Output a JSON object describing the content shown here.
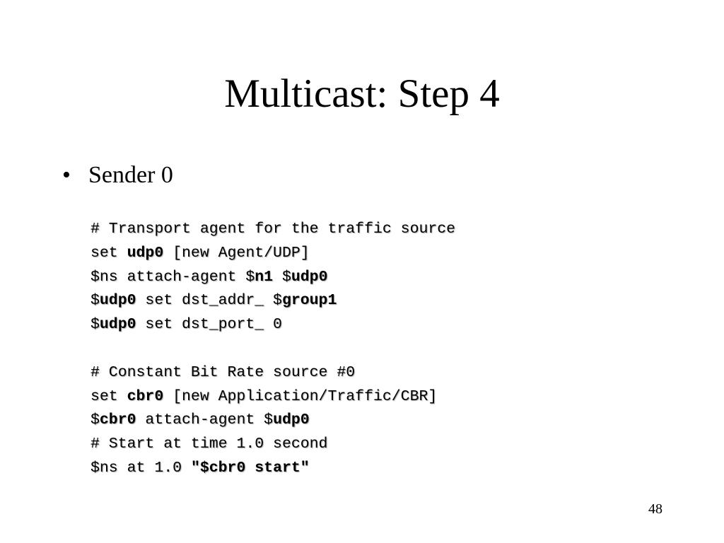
{
  "slide": {
    "title": "Multicast: Step 4",
    "bullet": {
      "marker": "•",
      "text": "Sender 0"
    },
    "code_lines": [
      [
        {
          "t": "# Transport agent for the traffic source",
          "b": false
        }
      ],
      [
        {
          "t": "set ",
          "b": false
        },
        {
          "t": "udp0",
          "b": true
        },
        {
          "t": " [new Agent/UDP]",
          "b": false
        }
      ],
      [
        {
          "t": "$ns attach-agent $",
          "b": false
        },
        {
          "t": "n1",
          "b": true
        },
        {
          "t": " $",
          "b": false
        },
        {
          "t": "udp0",
          "b": true
        }
      ],
      [
        {
          "t": "$",
          "b": false
        },
        {
          "t": "udp0",
          "b": true
        },
        {
          "t": " set dst_addr_ $",
          "b": false
        },
        {
          "t": "group1",
          "b": true
        }
      ],
      [
        {
          "t": "$",
          "b": false
        },
        {
          "t": "udp0",
          "b": true
        },
        {
          "t": " set dst_port_ 0",
          "b": false
        }
      ],
      [],
      [
        {
          "t": "# Constant Bit Rate source #0",
          "b": false
        }
      ],
      [
        {
          "t": "set ",
          "b": false
        },
        {
          "t": "cbr0",
          "b": true
        },
        {
          "t": " [new Application/Traffic/CBR]",
          "b": false
        }
      ],
      [
        {
          "t": "$",
          "b": false
        },
        {
          "t": "cbr0",
          "b": true
        },
        {
          "t": " attach-agent $",
          "b": false
        },
        {
          "t": "udp0",
          "b": true
        }
      ],
      [
        {
          "t": "# Start at time 1.0 second",
          "b": false
        }
      ],
      [
        {
          "t": "$ns at 1.0 ",
          "b": false
        },
        {
          "t": "\"$",
          "b": true
        },
        {
          "t": "cbr0",
          "b": true
        },
        {
          "t": " start\"",
          "b": true
        }
      ]
    ],
    "page_number": "48"
  }
}
